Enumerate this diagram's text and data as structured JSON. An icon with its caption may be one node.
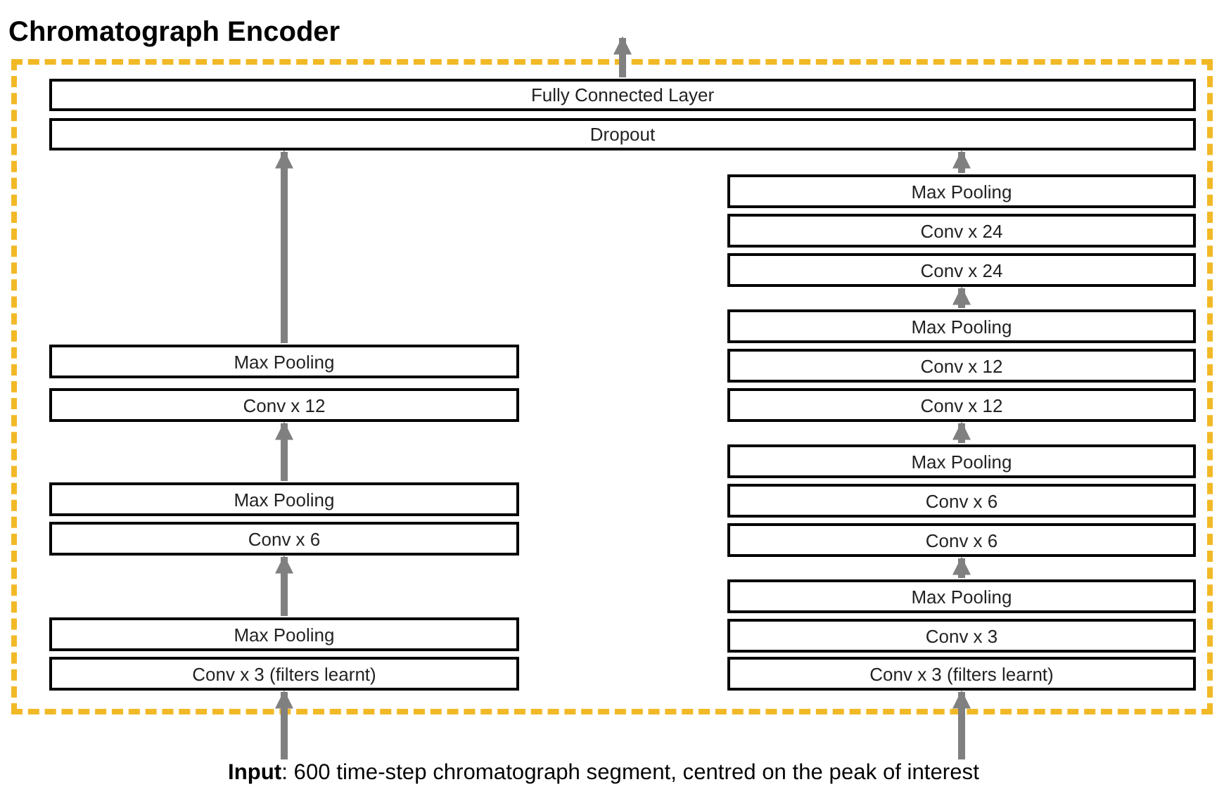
{
  "diagram": {
    "nodes": [
      {
        "text": [
          "Chromatograph Encoder"
        ]
      },
      {
        "text": [
          "Fully Connected Layer"
        ],
        "in": 0
      },
      {
        "text": [
          "Dropout"
        ],
        "in": 0
      },
      {
        "text": [
          "Max Pooling"
        ],
        "in": 0
      },
      {
        "text": [
          "Conv x 12"
        ],
        "in": 0
      },
      {
        "text": [
          "Max Pooling"
        ],
        "in": 0
      },
      {
        "text": [
          "Conv x 6"
        ],
        "in": 0
      },
      {
        "text": [
          "Max Pooling"
        ],
        "in": 0
      },
      {
        "text": [
          "Conv x 3 (filters learnt)"
        ],
        "in": 0
      },
      {
        "text": [
          "Max Pooling"
        ],
        "in": 0
      },
      {
        "text": [
          "Conv x 24"
        ],
        "in": 0
      },
      {
        "text": [
          "Conv x 24"
        ],
        "in": 0
      },
      {
        "text": [
          "Max Pooling"
        ],
        "in": 0
      },
      {
        "text": [
          "Conv x 12"
        ],
        "in": 0
      },
      {
        "text": [
          "Conv x 12"
        ],
        "in": 0
      },
      {
        "text": [
          "Max Pooling"
        ],
        "in": 0
      },
      {
        "text": [
          "Conv x 6"
        ],
        "in": 0
      },
      {
        "text": [
          "Conv x 6"
        ],
        "in": 0
      },
      {
        "text": [
          "Max Pooling"
        ],
        "in": 0
      },
      {
        "text": [
          "Conv x 3"
        ],
        "in": 0
      },
      {
        "text": [
          "Conv x 3 (filters learnt)"
        ],
        "in": 0
      },
      {
        "text": [
          "**Input**: 600 time-step chromatograph segment, centred on the peak of interest"
        ]
      }
    ],
    "edges": [
      {
        "from": 21,
        "to": 8,
        "arrow": "to"
      },
      {
        "from": 21,
        "to": 20,
        "arrow": "to"
      },
      {
        "from": 7,
        "to": 6,
        "arrow": "to"
      },
      {
        "from": 5,
        "to": 4,
        "arrow": "to"
      },
      {
        "from": 3,
        "to": 2,
        "arrow": "to"
      },
      {
        "from": 18,
        "to": 17,
        "arrow": "to"
      },
      {
        "from": 15,
        "to": 14,
        "arrow": "to"
      },
      {
        "from": 12,
        "to": 11,
        "arrow": "to"
      },
      {
        "from": 9,
        "to": 2,
        "arrow": "to"
      },
      {
        "from": 1,
        "to": null,
        "arrow": "to"
      }
    ]
  }
}
